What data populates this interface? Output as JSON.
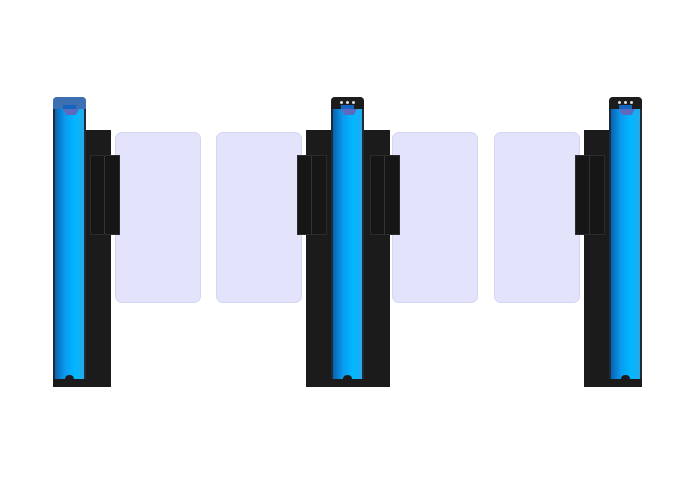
{
  "scene": {
    "colors": {
      "background": "#ffffff",
      "glass_panel": "#e3e4fb",
      "post": "#1b1b1b",
      "light_column": "#00b8ff"
    },
    "units": [
      {
        "name": "turnstile-left",
        "panels": 1
      },
      {
        "name": "turnstile-middle",
        "panels": 2
      },
      {
        "name": "turnstile-right",
        "panels": 1
      }
    ]
  }
}
